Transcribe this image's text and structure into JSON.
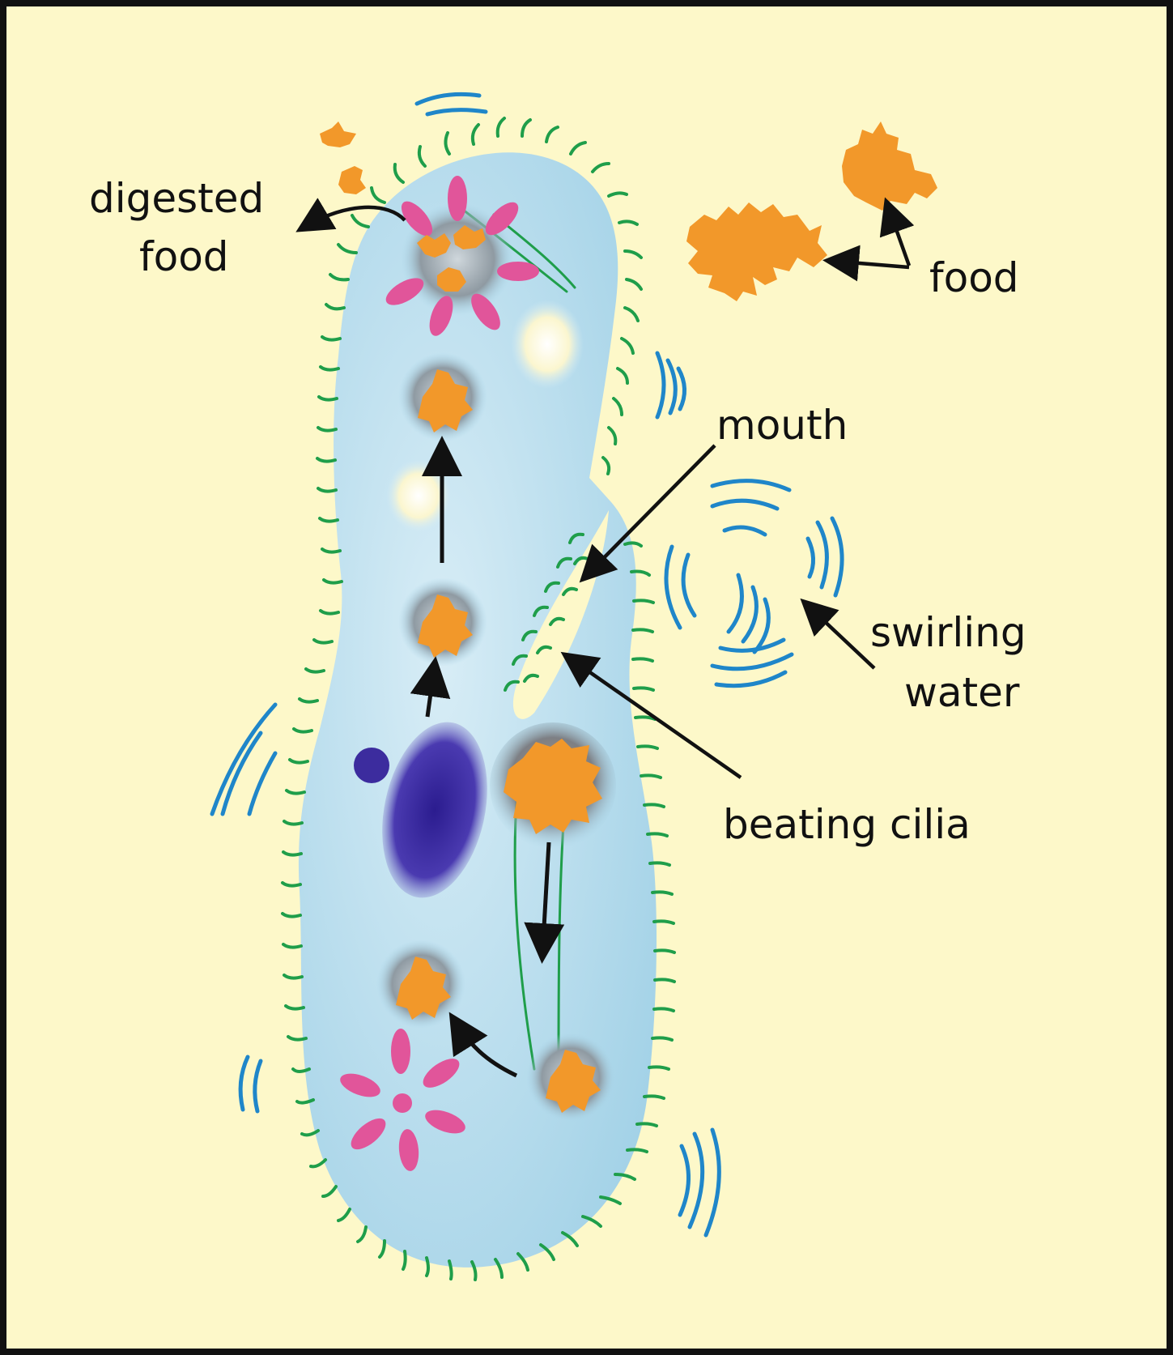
{
  "labels": {
    "digested_food_line1": "digested",
    "digested_food_line2": "food",
    "food": "food",
    "mouth": "mouth",
    "swirling_water_line1": "swirling",
    "swirling_water_line2": "water",
    "beating_cilia": "beating cilia"
  },
  "colors": {
    "background": "#fdf8c9",
    "border": "#111111",
    "cell_body": "#a9d6ea",
    "cell_body_light": "#d6ecf5",
    "cilia": "#1f9e4a",
    "water_swirl": "#1f86c9",
    "food": "#f2982a",
    "vacuole_shadow": "#7d8a92",
    "contractile_vacuole": "#e1559a",
    "nucleus": "#3c2c9e",
    "arrow": "#111111"
  }
}
